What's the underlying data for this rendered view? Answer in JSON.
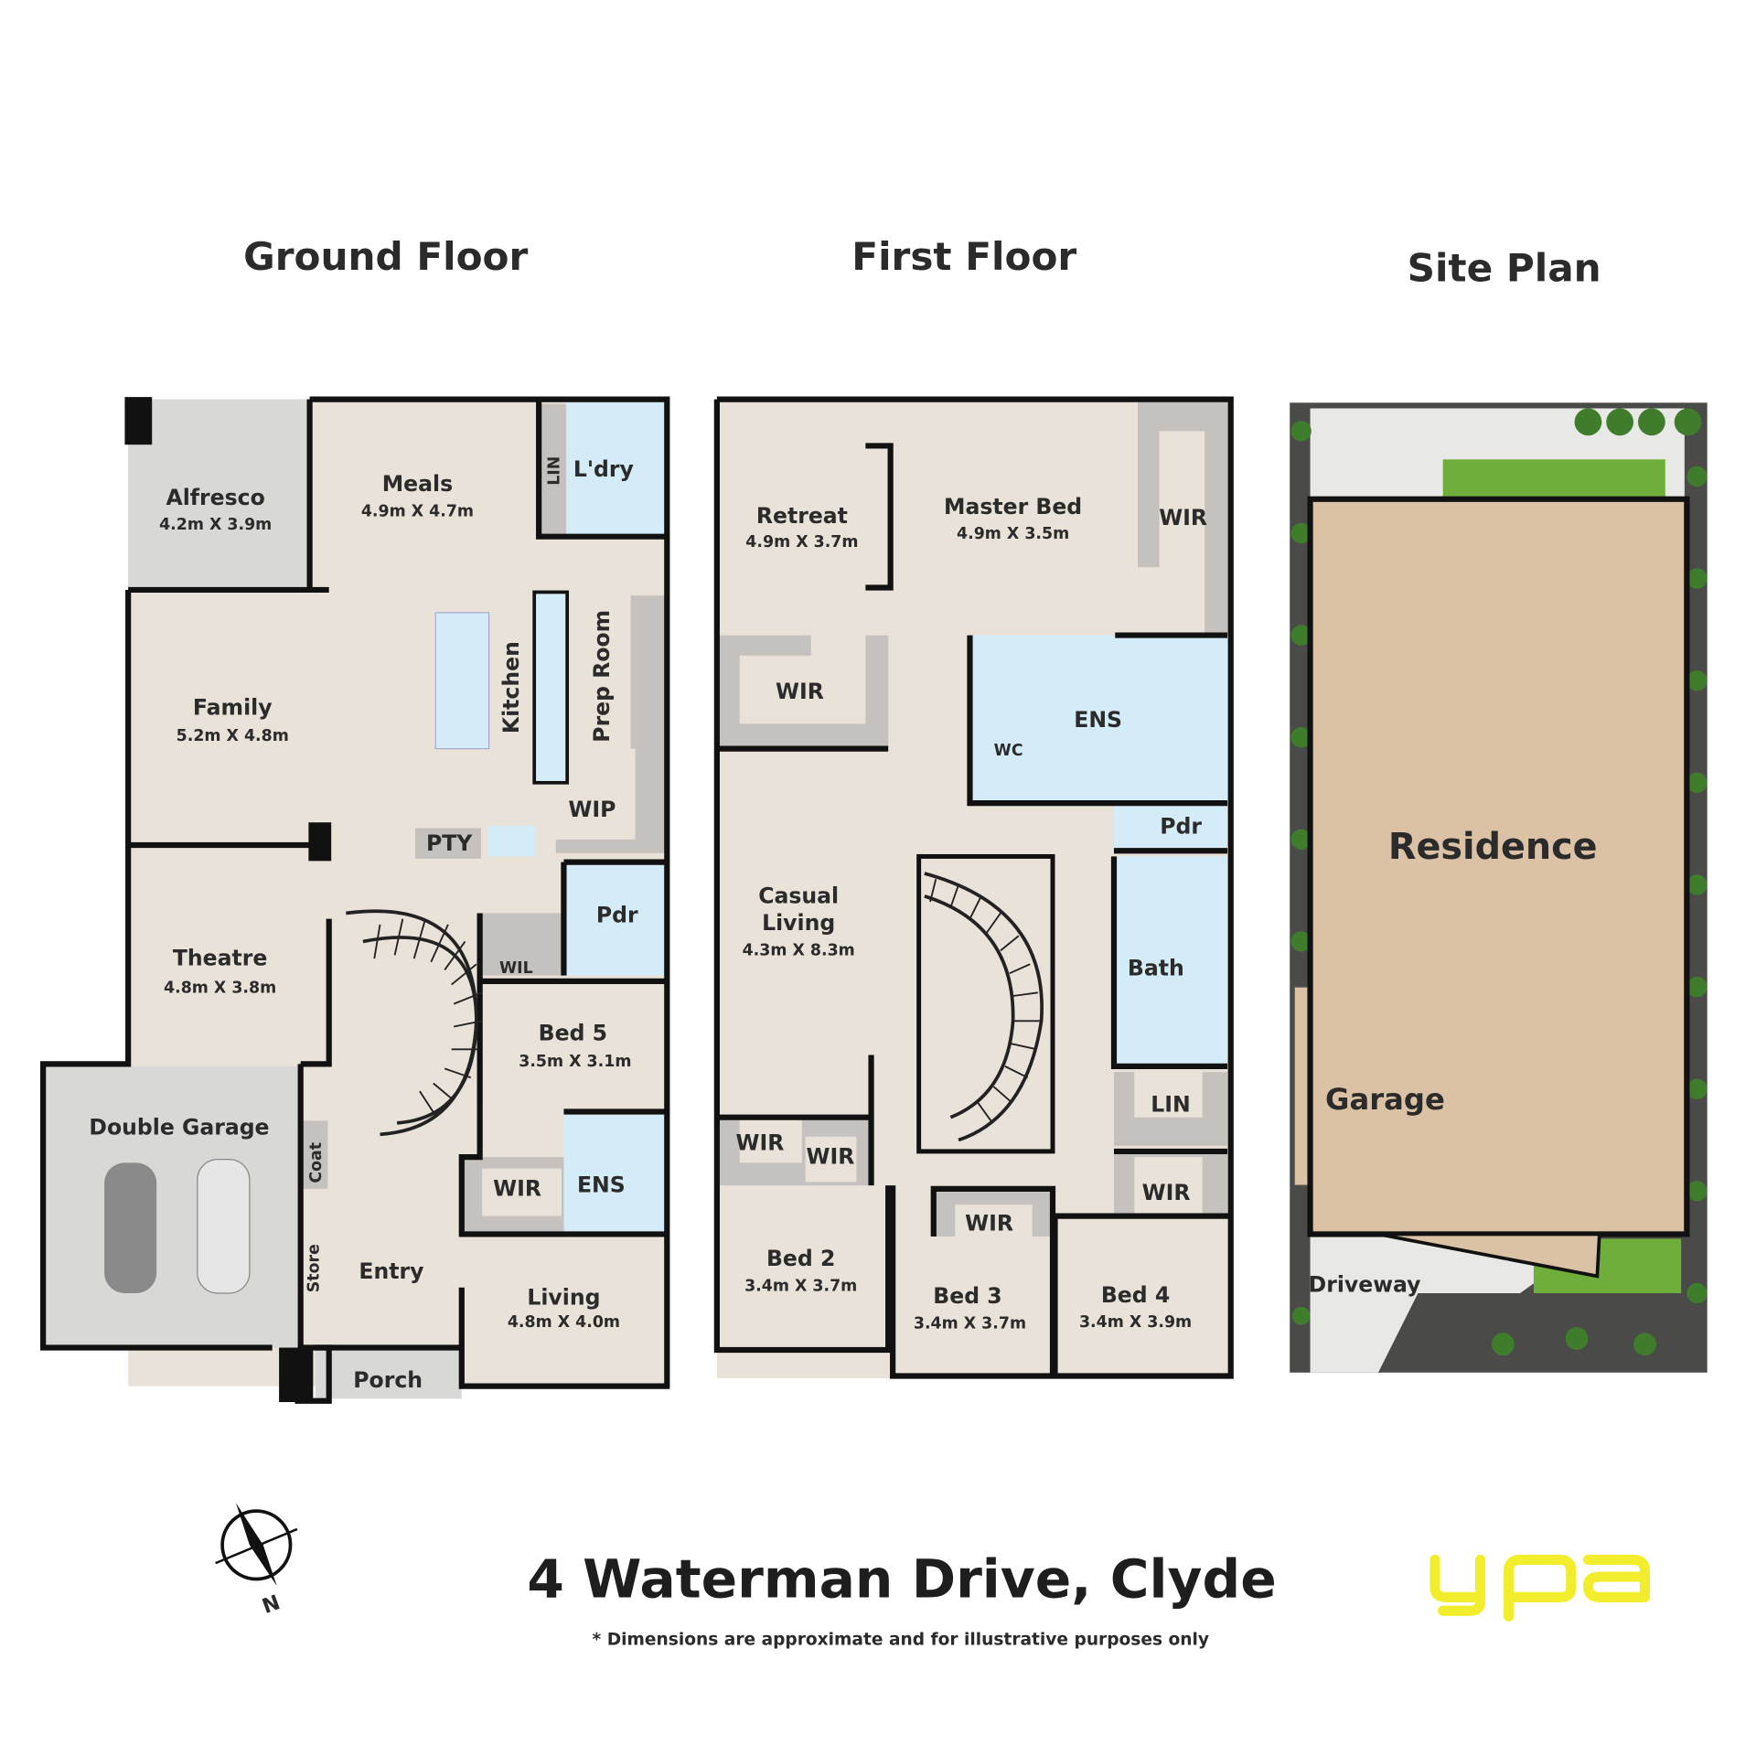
{
  "headings": {
    "ground": "Ground Floor",
    "first": "First Floor",
    "site": "Site Plan"
  },
  "ground_floor": {
    "alfresco": {
      "name": "Alfresco",
      "dim": "4.2m X 3.9m"
    },
    "meals": {
      "name": "Meals",
      "dim": "4.9m X 4.7m"
    },
    "lin": "LIN",
    "laundry": "L'dry",
    "family": {
      "name": "Family",
      "dim": "5.2m X 4.8m"
    },
    "kitchen": "Kitchen",
    "prep": "Prep Room",
    "wip": "WIP",
    "pty": "PTY",
    "theatre": {
      "name": "Theatre",
      "dim": "4.8m X 3.8m"
    },
    "pdr": "Pdr",
    "wil": "WIL",
    "bed5": {
      "name": "Bed 5",
      "dim": "3.5m X 3.1m"
    },
    "garage": "Double Garage",
    "coat": "Coat",
    "store": "Store",
    "wir": "WIR",
    "ens": "ENS",
    "entry": "Entry",
    "living": {
      "name": "Living",
      "dim": "4.8m X 4.0m"
    },
    "porch": "Porch"
  },
  "first_floor": {
    "retreat": {
      "name": "Retreat",
      "dim": "4.9m X 3.7m"
    },
    "master": {
      "name": "Master Bed",
      "dim": "4.9m X 3.5m"
    },
    "wir_master": "WIR",
    "wir_retreat": "WIR",
    "ens": "ENS",
    "wc": "WC",
    "pdr": "Pdr",
    "casual": {
      "name1": "Casual",
      "name2": "Living",
      "dim": "4.3m X 8.3m"
    },
    "bath": "Bath",
    "lin": "LIN",
    "wir1": "WIR",
    "wir2": "WIR",
    "wir3": "WIR",
    "wir4": "WIR",
    "bed2": {
      "name": "Bed 2",
      "dim": "3.4m X 3.7m"
    },
    "bed3": {
      "name": "Bed 3",
      "dim": "3.4m X 3.7m"
    },
    "bed4": {
      "name": "Bed 4",
      "dim": "3.4m X 3.9m"
    }
  },
  "site_plan": {
    "residence": "Residence",
    "garage": "Garage",
    "driveway": "Driveway"
  },
  "compass": "N",
  "address": "4 Waterman Drive, Clyde",
  "disclaimer": "* Dimensions are approximate and for illustrative purposes only",
  "logo": "ypa",
  "colors": {
    "floor": "#e9e2d9",
    "wet": "#d4ecf8",
    "residence": "#dcc2a5",
    "logo": "#f2ee2e",
    "lawn": "#6fae3a"
  }
}
